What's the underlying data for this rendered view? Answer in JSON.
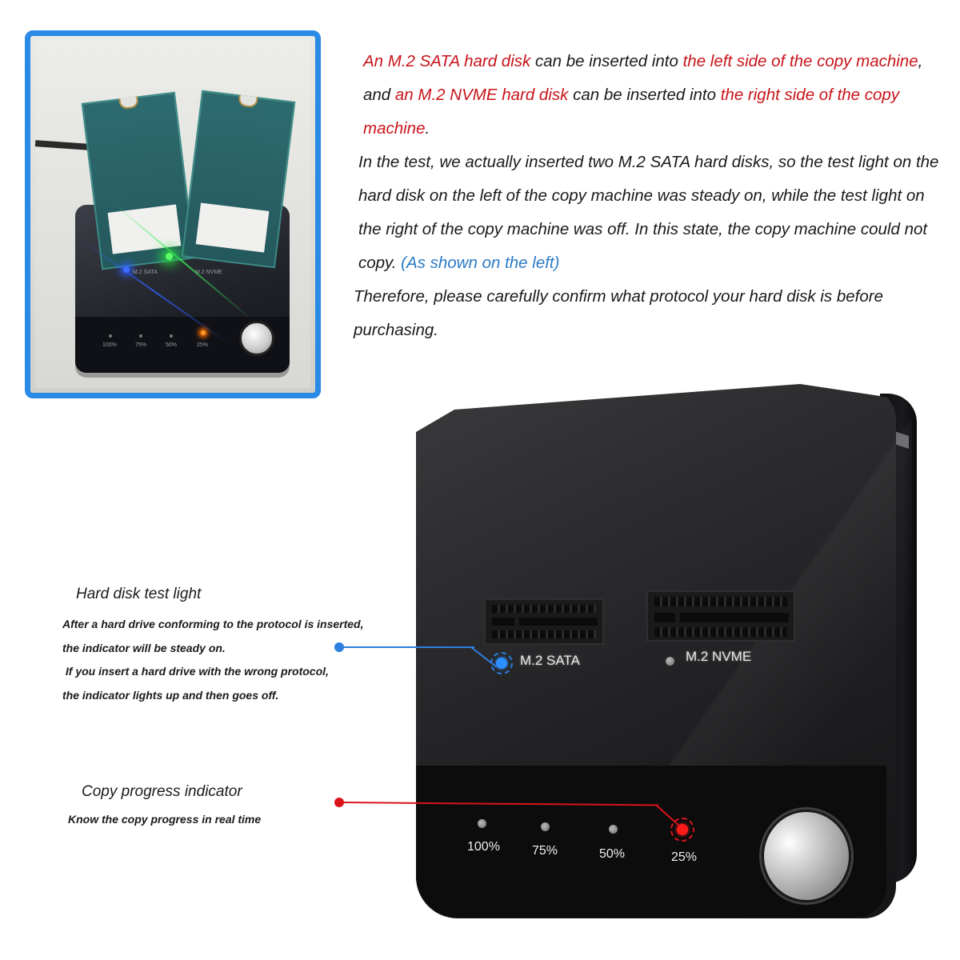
{
  "photo": {
    "caption_slot_left": "M.2 SATA",
    "caption_slot_right": "M.2 NVME",
    "progress_labels": [
      "100%",
      "75%",
      "50%",
      "25%"
    ],
    "frame_color": "#2b8ae6"
  },
  "description": {
    "p1": {
      "s1": "An M.2 SATA hard disk",
      "s2": " can be inserted into ",
      "s3": "the left side of the copy machine",
      "s4": ", and ",
      "s5": "an M.2 NVME hard disk",
      "s6": " can be inserted into ",
      "s7": "the right side of the copy machine",
      "s8": "."
    },
    "p2": {
      "text": "In the test, we actually inserted two M.2 SATA hard disks, so the test light on the hard disk on the left of the copy machine was steady on, while the test light on the right of the copy machine was off. In this state, the copy machine could not copy. ",
      "note": "(As shown on the left)"
    },
    "p3": "Therefore, please carefully confirm what protocol your hard disk is before purchasing.",
    "colors": {
      "highlight": "#c8141a",
      "note": "#2a7ac4"
    }
  },
  "device": {
    "slot_left_label": "M.2 SATA",
    "slot_right_label": "M.2 NVME",
    "progress": [
      {
        "label": "100%",
        "state": "off"
      },
      {
        "label": "75%",
        "state": "off"
      },
      {
        "label": "50%",
        "state": "off"
      },
      {
        "label": "25%",
        "state": "on"
      }
    ]
  },
  "callouts": {
    "test_light": {
      "title": "Hard disk test light",
      "lines": [
        "After a hard drive conforming to the protocol is inserted,",
        "the indicator will be steady on.",
        " If you insert a hard drive with the wrong protocol,",
        "the indicator lights up and then goes off."
      ],
      "color": "#2d7fe0"
    },
    "progress": {
      "title": "Copy progress indicator",
      "lines": [
        "Know the copy progress in real time"
      ],
      "color": "#d8141a"
    }
  }
}
